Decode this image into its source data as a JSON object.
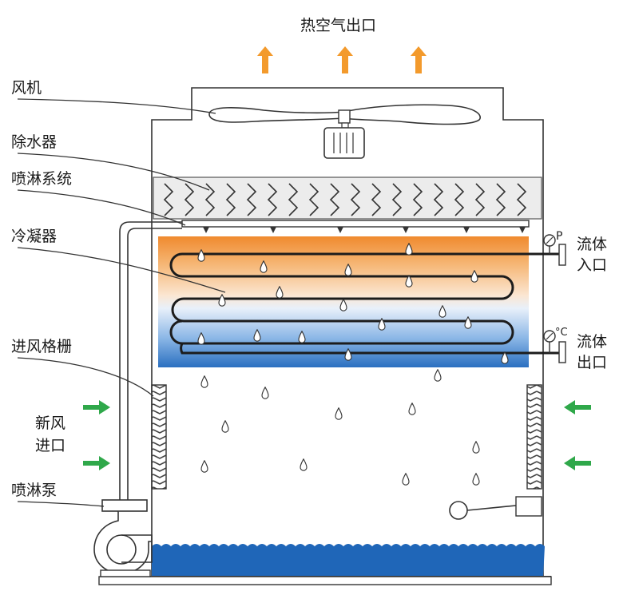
{
  "labels": {
    "hot_air_outlet": "热空气出口",
    "fan": "风机",
    "drift_eliminator": "除水器",
    "spray_system": "喷淋系统",
    "condenser": "冷凝器",
    "air_inlet_louver": "进风格栅",
    "fresh_air_line1": "新风",
    "fresh_air_line2": "进口",
    "spray_pump": "喷淋泵",
    "fluid_inlet_line1": "流体",
    "fluid_inlet_line2": "入口",
    "fluid_outlet_line1": "流体",
    "fluid_outlet_line2": "出口",
    "pressure_symbol": "P",
    "temperature_symbol": "°C"
  },
  "colors": {
    "outline": "#333333",
    "hot_air_arrow": "#f39a2c",
    "fresh_air_arrow": "#2fa84a",
    "condenser_hot": "#f0892e",
    "condenser_cold": "#2a6fc0",
    "water_basin": "#1f66b8"
  },
  "icons": {
    "hot_air": "arrow-up-icon",
    "fresh_air": "arrow-horizontal-icon",
    "droplet": "water-droplet-icon",
    "pressure_gauge": "gauge-icon",
    "thermometer": "thermometer-icon",
    "float_valve": "float-valve-icon"
  }
}
